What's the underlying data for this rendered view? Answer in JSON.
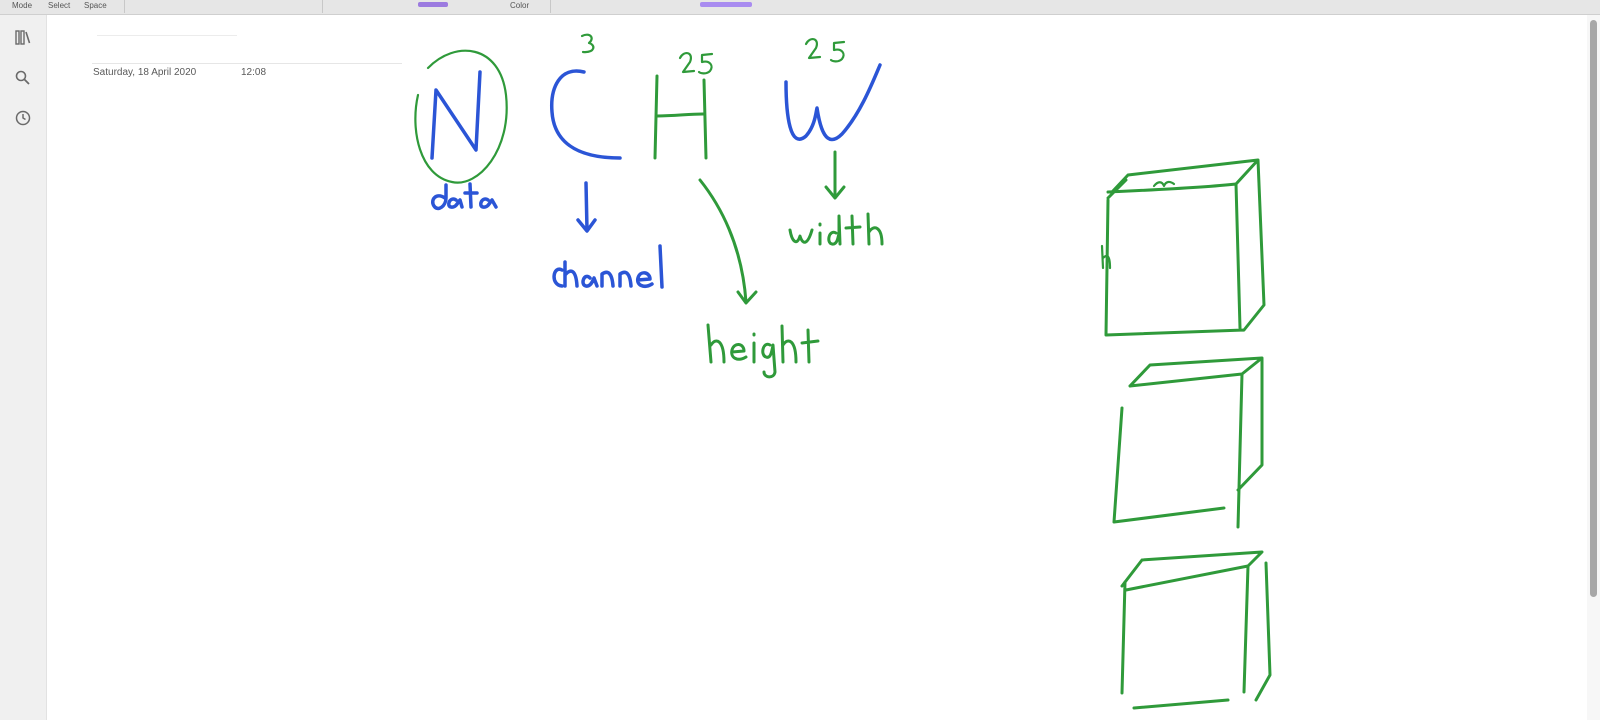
{
  "toolbar": {
    "items": [
      "Mode",
      "Select",
      "Space"
    ],
    "color_label": "Color",
    "swatch_colors": [
      "#9c7be0",
      "#a98cf0"
    ]
  },
  "sidebar": {
    "items": [
      {
        "icon": "notebooks-icon"
      },
      {
        "icon": "search-icon"
      },
      {
        "icon": "recent-clock-icon"
      }
    ]
  },
  "page": {
    "date": "Saturday, 18 April 2020",
    "time": "12:08"
  },
  "ink": {
    "colors": {
      "blue": "#2b55d6",
      "green": "#2f9a3a"
    },
    "letters": [
      "N",
      "C",
      "H",
      "W"
    ],
    "annotations": {
      "n_label": "data",
      "c_label": "channel",
      "c_value": "3",
      "h_label": "height",
      "h_value": "25",
      "w_label": "width",
      "w_value": "25",
      "cube_label_w": "w",
      "cube_label_h": "h"
    }
  }
}
